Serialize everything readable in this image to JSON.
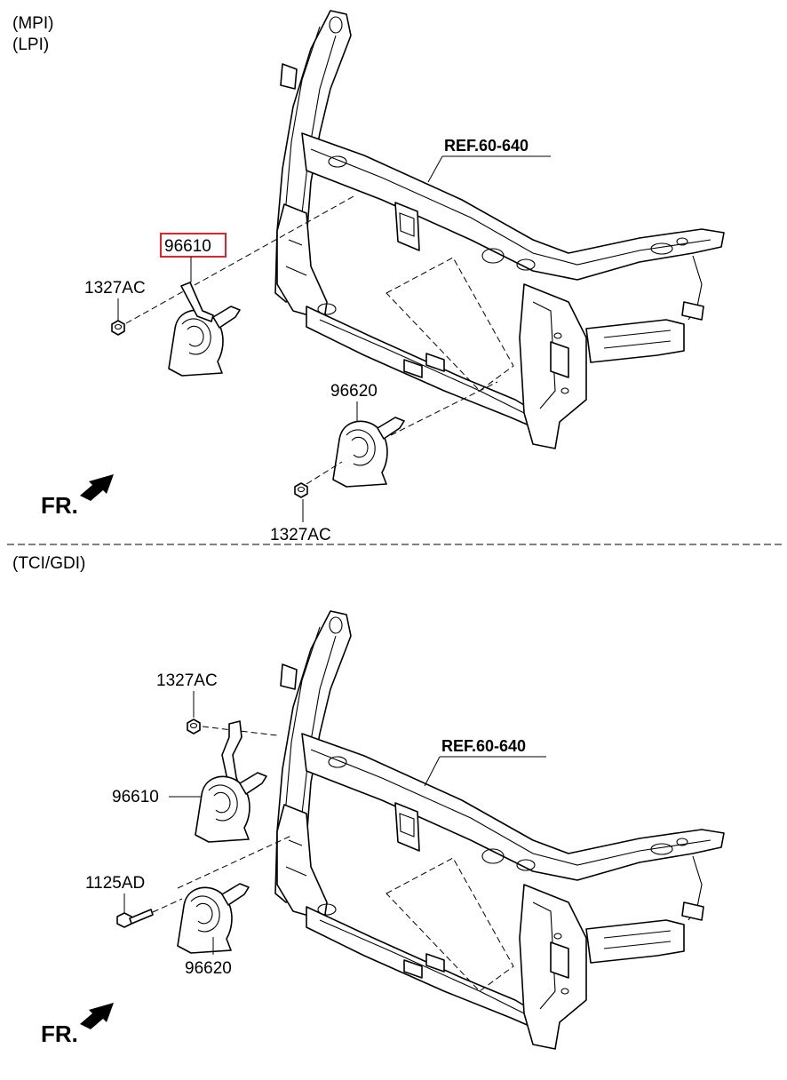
{
  "sections": [
    {
      "variants": [
        "(MPI)",
        "(LPI)"
      ],
      "ref_label": "REF.60-640",
      "parts": [
        {
          "code": "96610",
          "highlighted": true
        },
        {
          "code": "1327AC"
        },
        {
          "code": "96620"
        },
        {
          "code": "1327AC"
        }
      ],
      "direction_label": "FR."
    },
    {
      "variants": [
        "(TCI/GDI)"
      ],
      "ref_label": "REF.60-640",
      "parts": [
        {
          "code": "1327AC"
        },
        {
          "code": "96610"
        },
        {
          "code": "1125AD"
        },
        {
          "code": "96620"
        }
      ],
      "direction_label": "FR."
    }
  ],
  "colors": {
    "highlight": "#e0242b",
    "line": "#000000",
    "background": "#ffffff"
  },
  "icons": [
    "front-direction-arrow-icon",
    "horn-icon",
    "nut-icon",
    "bolt-icon",
    "radiator-support-frame-icon"
  ]
}
